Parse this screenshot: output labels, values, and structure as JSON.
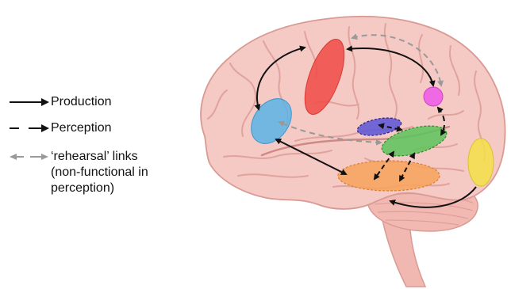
{
  "legend": {
    "production": "Production",
    "perception": "Perception",
    "rehearsal_line1": "‘rehearsal’ links",
    "rehearsal_line2": "(non-functional in",
    "rehearsal_line3": "perception)"
  },
  "colors": {
    "production_arrow": "#111111",
    "perception_arrow": "#111111",
    "rehearsal_arrow": "#999999",
    "brain_fill": "#f5c9c4",
    "brain_stroke": "#d99a94",
    "gyri_stroke": "#e3a8a2",
    "cerebellum_fill": "#f2b9b3",
    "red_region": "#f04a45",
    "blue_region": "#5ab4e6",
    "magenta_region": "#f05ee8",
    "purple_region": "#5a55d8",
    "green_region": "#5cc45c",
    "orange_region": "#f7a35c",
    "yellow_region": "#f5e14a"
  },
  "regions": [
    {
      "name": "red-region",
      "color_key": "red_region",
      "style": "solid"
    },
    {
      "name": "blue-region",
      "color_key": "blue_region",
      "style": "solid"
    },
    {
      "name": "magenta-region",
      "color_key": "magenta_region",
      "style": "solid"
    },
    {
      "name": "purple-region",
      "color_key": "purple_region",
      "style": "dotted"
    },
    {
      "name": "green-region",
      "color_key": "green_region",
      "style": "dotted"
    },
    {
      "name": "orange-region",
      "color_key": "orange_region",
      "style": "dotted"
    },
    {
      "name": "yellow-region",
      "color_key": "yellow_region",
      "style": "solid"
    }
  ],
  "links": [
    {
      "name": "link-red-blue",
      "type": "production",
      "from": "red-region",
      "to": "blue-region",
      "directed": "both"
    },
    {
      "name": "link-red-magenta",
      "type": "production",
      "from": "red-region",
      "to": "magenta-region",
      "directed": "both"
    },
    {
      "name": "link-magenta-red-rehearsal",
      "type": "rehearsal",
      "from": "magenta-region",
      "to": "red-region",
      "directed": "both"
    },
    {
      "name": "link-magenta-green",
      "type": "perception",
      "from": "magenta-region",
      "to": "green-region",
      "directed": "both"
    },
    {
      "name": "link-blue-green-rehearsal",
      "type": "rehearsal",
      "from": "green-region",
      "to": "blue-region",
      "directed": "both"
    },
    {
      "name": "link-purple-green",
      "type": "perception",
      "from": "purple-region",
      "to": "green-region",
      "directed": "both"
    },
    {
      "name": "link-green-orange",
      "type": "perception",
      "from": "green-region",
      "to": "orange-region",
      "directed": "both"
    },
    {
      "name": "link-orange-blue",
      "type": "production",
      "from": "orange-region",
      "to": "blue-region",
      "directed": "both"
    },
    {
      "name": "link-yellow-orange",
      "type": "production",
      "from": "yellow-region",
      "to": "orange-region",
      "directed": "single"
    }
  ]
}
